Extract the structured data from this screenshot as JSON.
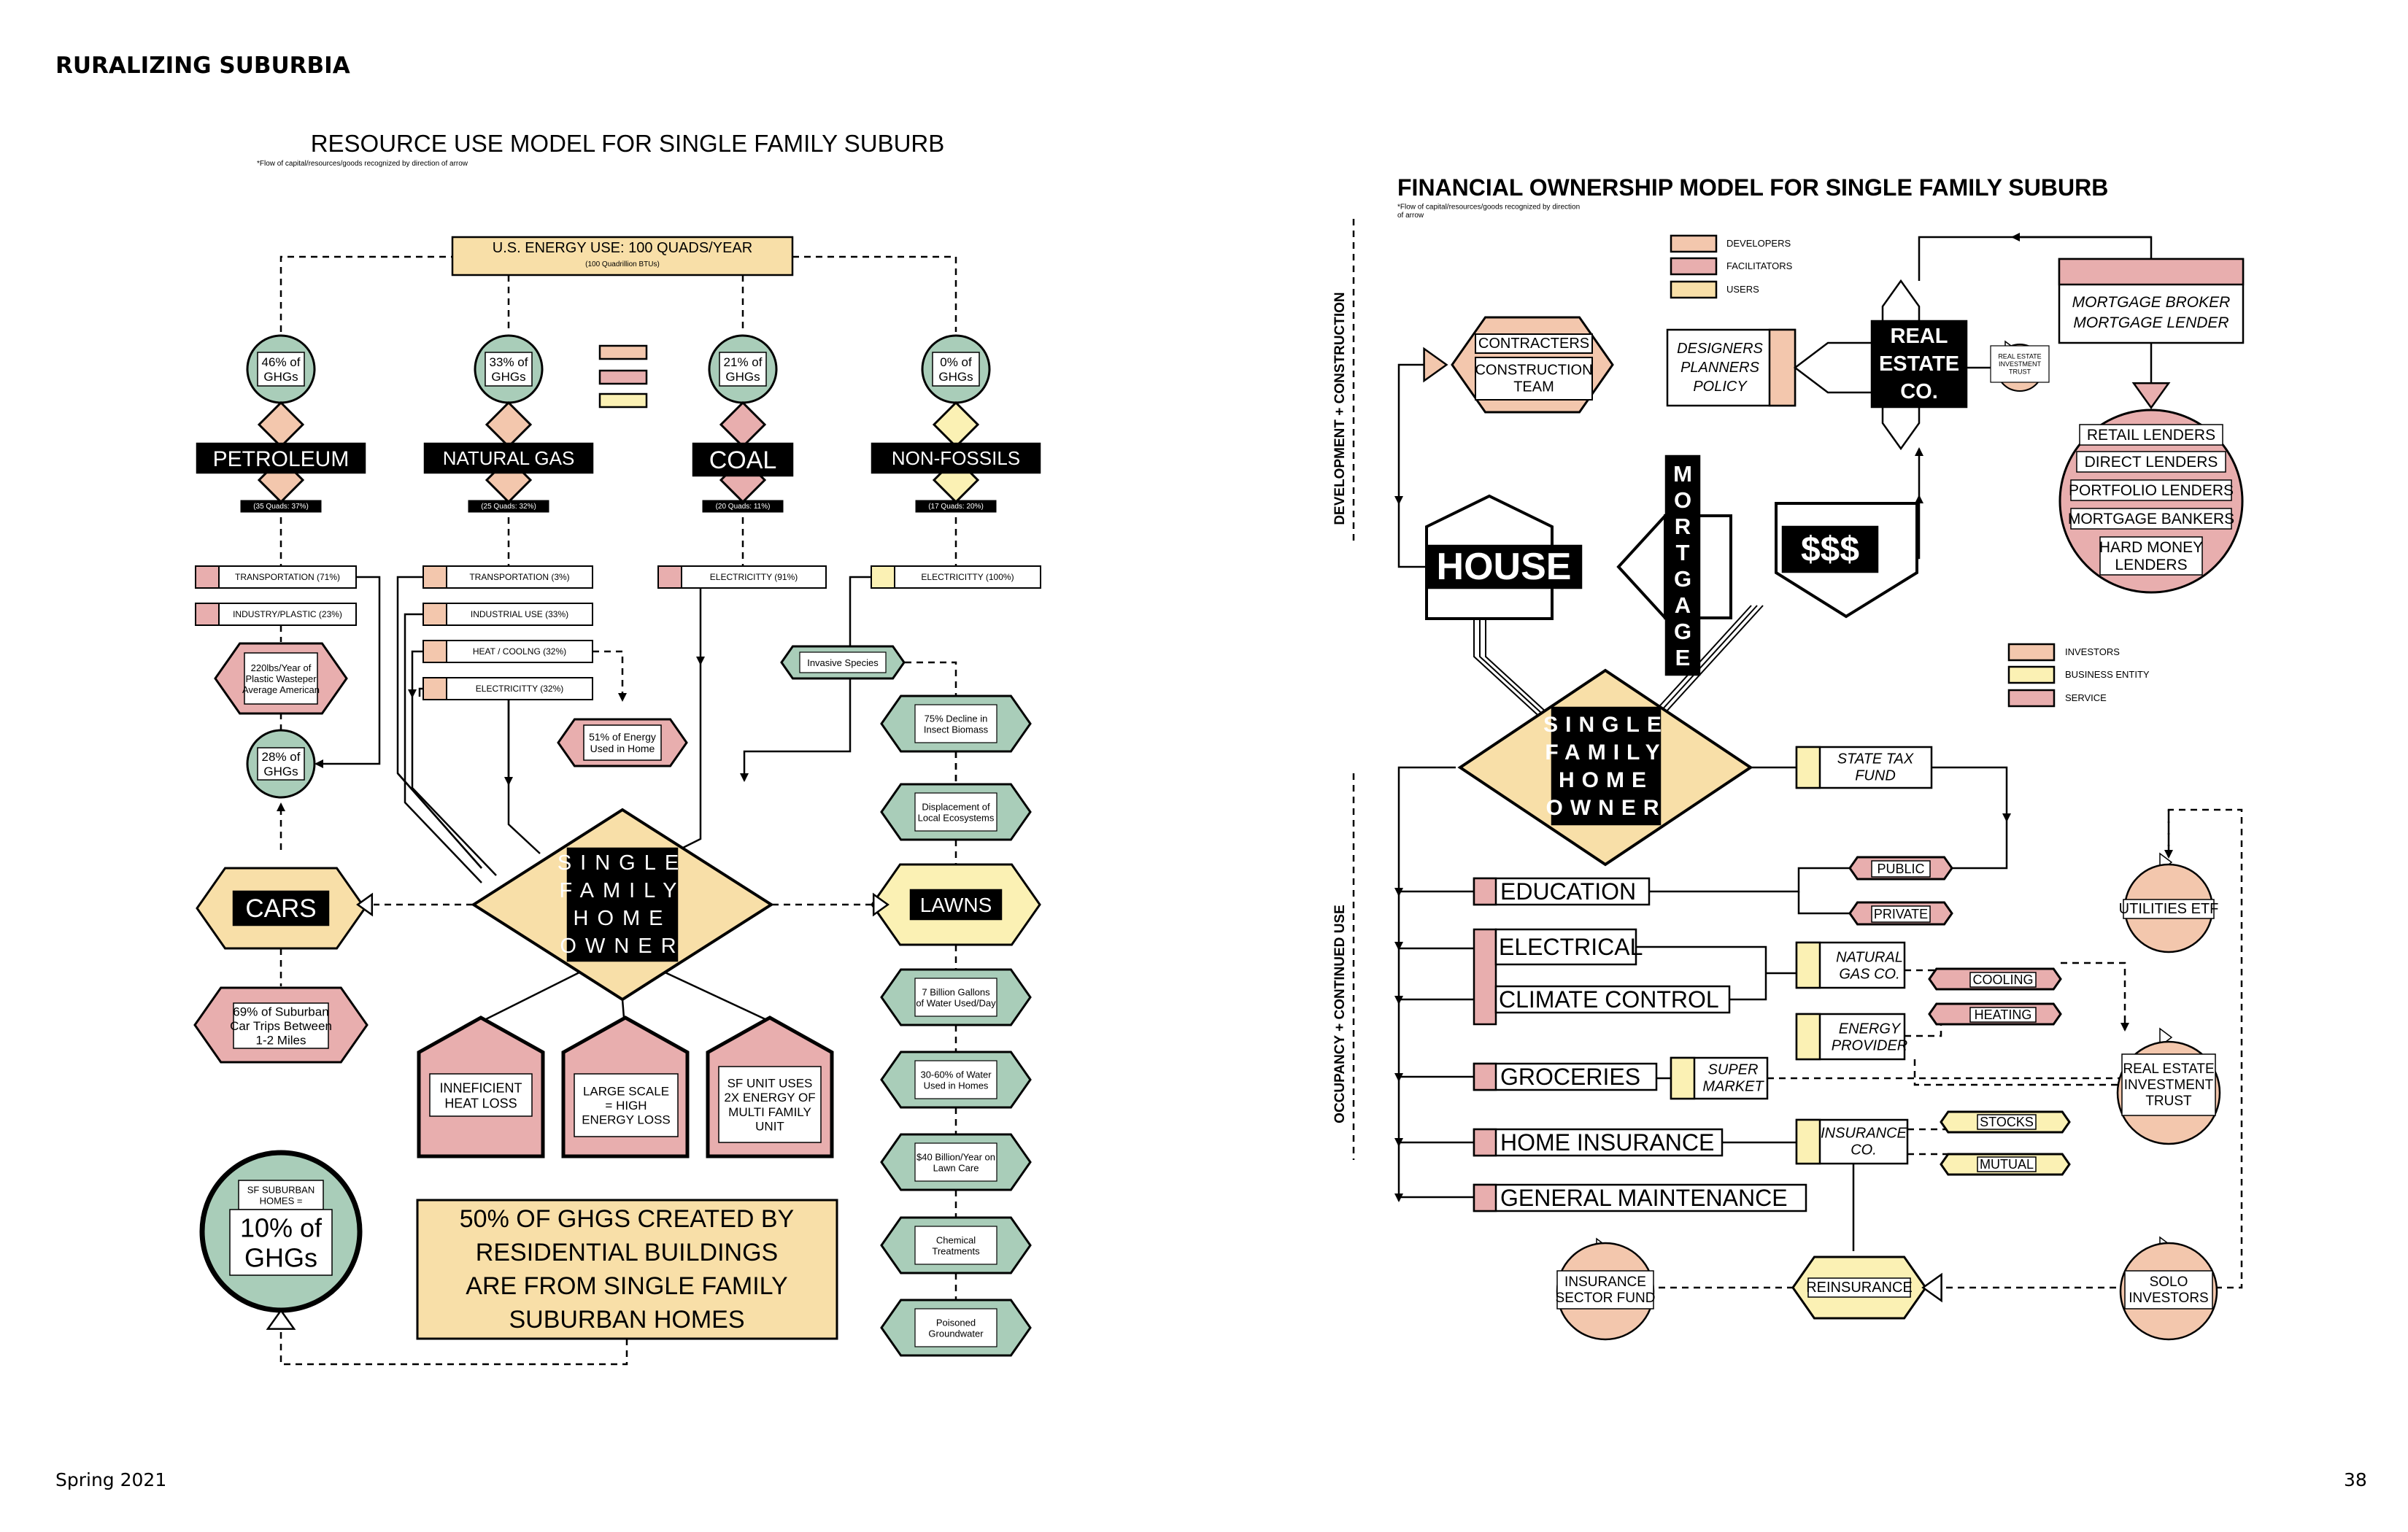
{
  "page": {
    "header": "RURALIZING SUBURBIA",
    "footer_left": "Spring 2021",
    "footer_right": "38"
  },
  "colors": {
    "green": "#a9cdb9",
    "pink": "#e8aeae",
    "peach": "#f3c7ad",
    "tan": "#f8dfa8",
    "yellow": "#fbf1b4",
    "black": "#000000"
  },
  "left": {
    "title": "RESOURCE USE MODEL FOR SINGLE FAMILY SUBURB",
    "note": "*Flow of capital/resources/goods recognized by direction of arrow",
    "energy_title": "U.S. ENERGY USE: 100 QUADS/YEAR",
    "energy_sub": "(100 Quadrillion BTUs)",
    "ghg": [
      "46% of GHGs",
      "33% of GHGs",
      "21% of GHGs",
      "0% of GHGs"
    ],
    "sources": [
      "PETROLEUM",
      "NATURAL GAS",
      "COAL",
      "NON-FOSSILS"
    ],
    "quads": [
      "(35 Quads: 37%)",
      "(25 Quads: 32%)",
      "(20 Quads: 11%)",
      "(17 Quads: 20%)"
    ],
    "uses": {
      "petroleum": [
        "TRANSPORTATION (71%)",
        "INDUSTRY/PLASTIC (23%)"
      ],
      "gas": [
        "TRANSPORTATION (3%)",
        "INDUSTRIAL USE (33%)",
        "HEAT / COOLNG (32%)",
        "ELECTRICITTY (32%)"
      ],
      "coal": [
        "ELECTRICITTY (91%)"
      ],
      "nonfossil": [
        "ELECTRICITTY (100%)"
      ]
    },
    "plastic": "220lbs/Year of Plastic Wasteper Average American",
    "ghg28": "28% of GHGs",
    "energy51": "51% of Energy Used in Home",
    "homeowner": [
      "SINGLE",
      "FAMILY",
      "HOME",
      "OWNER"
    ],
    "cars": "CARS",
    "lawns": "LAWNS",
    "trips": "69% of Suburban Car Trips Between 1-2 Miles",
    "houses": [
      "INNEFICIENT HEAT LOSS",
      "LARGE SCALE = HIGH ENERGY LOSS",
      "SF UNIT USES 2X ENERGY OF MULTI FAMILY UNIT"
    ],
    "homes10": {
      "label": "SF SUBURBAN HOMES =",
      "value": "10% of GHGs"
    },
    "big_box": "50% OF GHGS CREATED BY RESIDENTIAL BUILDINGS ARE FROM SINGLE FAMILY SUBURBAN HOMES",
    "invasive": "Invasive Species",
    "eco": [
      "75% Decline in Insect Biomass",
      "Displacement of Local Ecosystems",
      "7 Billion Gallons of Water Used/Day",
      "30-60% of Water Used in Homes",
      "$40 Billion/Year on Lawn Care",
      "Chemical Treatments",
      "Poisoned Groundwater"
    ]
  },
  "right": {
    "title": "FINANCIAL OWNERSHIP MODEL FOR SINGLE FAMILY SUBURB",
    "note": "*Flow of capital/resources/goods recognized by direction of arrow",
    "side_dev": "DEVELOPMENT + CONSTRUCTION",
    "side_occ": "OCCUPANCY + CONTINUED USE",
    "legend1": [
      "DEVELOPERS",
      "FACILITATORS",
      "USERS"
    ],
    "legend2": [
      "INVESTORS",
      "BUSINESS ENTITY",
      "SERVICE"
    ],
    "contractors": "CONTRACTERS",
    "construction": "CONSTRUCTION TEAM",
    "designers": "DESIGNERS PLANNERS POLICY",
    "realestate": "REAL ESTATE CO.",
    "reit_small": "REAL ESTATE INVESTMENT TRUST",
    "broker": "MORTGAGE BROKER MORTGAGE LENDER",
    "lenders": [
      "RETAIL LENDERS",
      "DIRECT LENDERS",
      "PORTFOLIO LENDERS",
      "MORTGAGE BANKERS",
      "HARD MONEY LENDERS"
    ],
    "house": "HOUSE",
    "mortgage": "MORTGAGE",
    "money": "$$$",
    "homeowner": [
      "SINGLE",
      "FAMILY",
      "HOME",
      "OWNER"
    ],
    "statetax": "STATE TAX FUND",
    "public": "PUBLIC",
    "private": "PRIVATE",
    "utilities": "UTILITIES ETF",
    "services": [
      "EDUCATION",
      "ELECTRICAL",
      "CLIMATE CONTROL",
      "GROCERIES",
      "HOME INSURANCE",
      "GENERAL MAINTENANCE"
    ],
    "gasco": "NATURAL GAS CO.",
    "energyprov": "ENERGY PROVIDER",
    "cooling": "COOLING",
    "heating": "HEATING",
    "reit": "REAL ESTATE INVESTMENT TRUST",
    "supermarket": "SUPER MARKET",
    "insuranceco": "INSURANCE CO.",
    "stocks": "STOCKS",
    "mutual": "MUTUAL",
    "insfund": "INSURANCE SECTOR FUND",
    "reinsurance": "REINSURANCE",
    "solo": "SOLO INVESTORS"
  }
}
